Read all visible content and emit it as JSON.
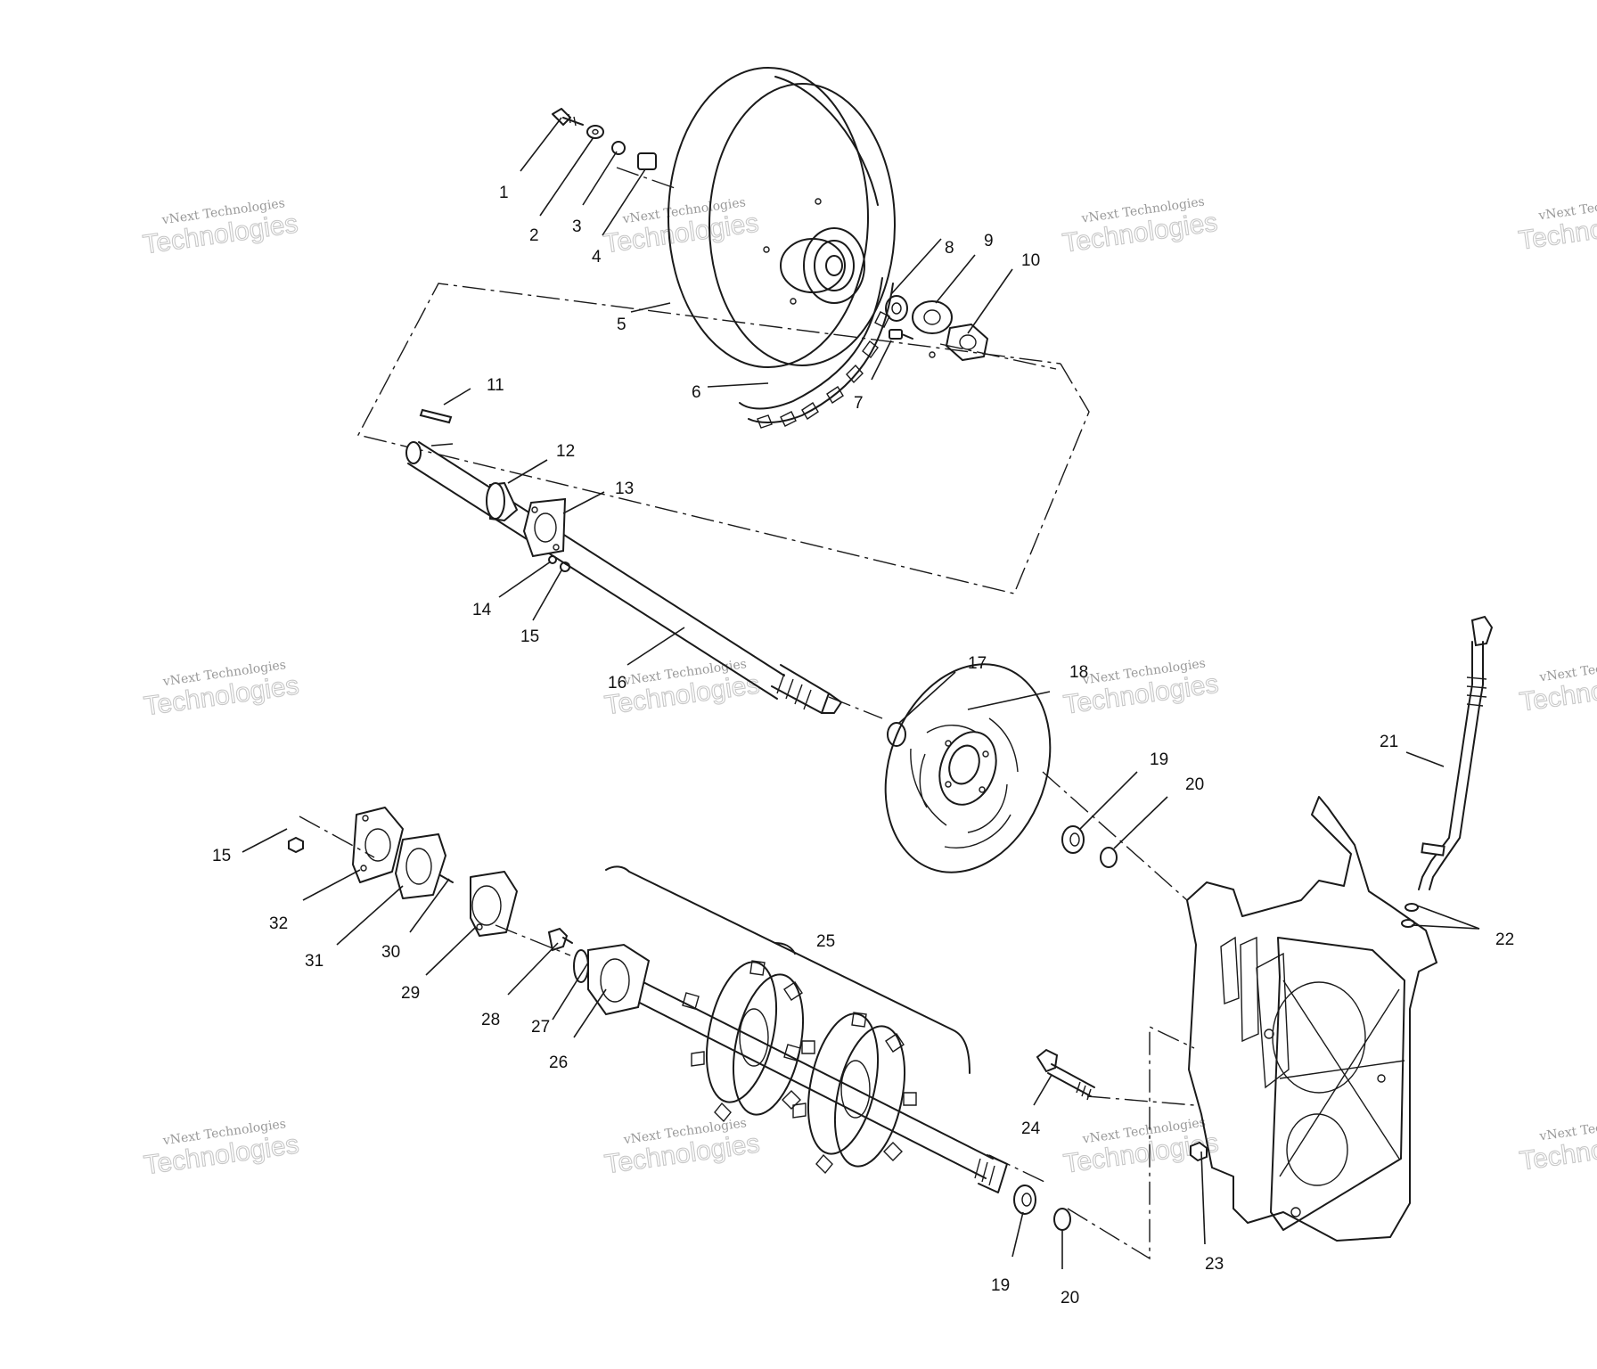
{
  "watermark": {
    "line1": "vNext Technologies",
    "line2": "Technologies"
  },
  "callouts": [
    "1",
    "2",
    "3",
    "4",
    "5",
    "6",
    "7",
    "8",
    "9",
    "10",
    "11",
    "12",
    "13",
    "14",
    "15",
    "16",
    "17",
    "18",
    "19",
    "20",
    "21",
    "22",
    "23",
    "24",
    "25",
    "26",
    "27",
    "28",
    "29",
    "30",
    "31",
    "32"
  ]
}
